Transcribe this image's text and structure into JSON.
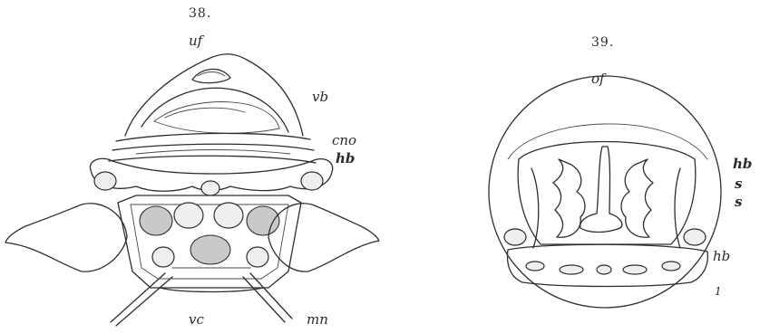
{
  "figures": [
    {
      "number": "38.",
      "labels": {
        "uf": "uf",
        "vb": "vb",
        "cno": "cno",
        "hb": "hb",
        "vc": "vc",
        "mn": "mn"
      }
    },
    {
      "number": "39.",
      "labels": {
        "of": "of",
        "hb_upper": "hb",
        "s_upper": "s",
        "s_lower": "s",
        "hb_lower": "hb",
        "mark": "1"
      }
    }
  ]
}
